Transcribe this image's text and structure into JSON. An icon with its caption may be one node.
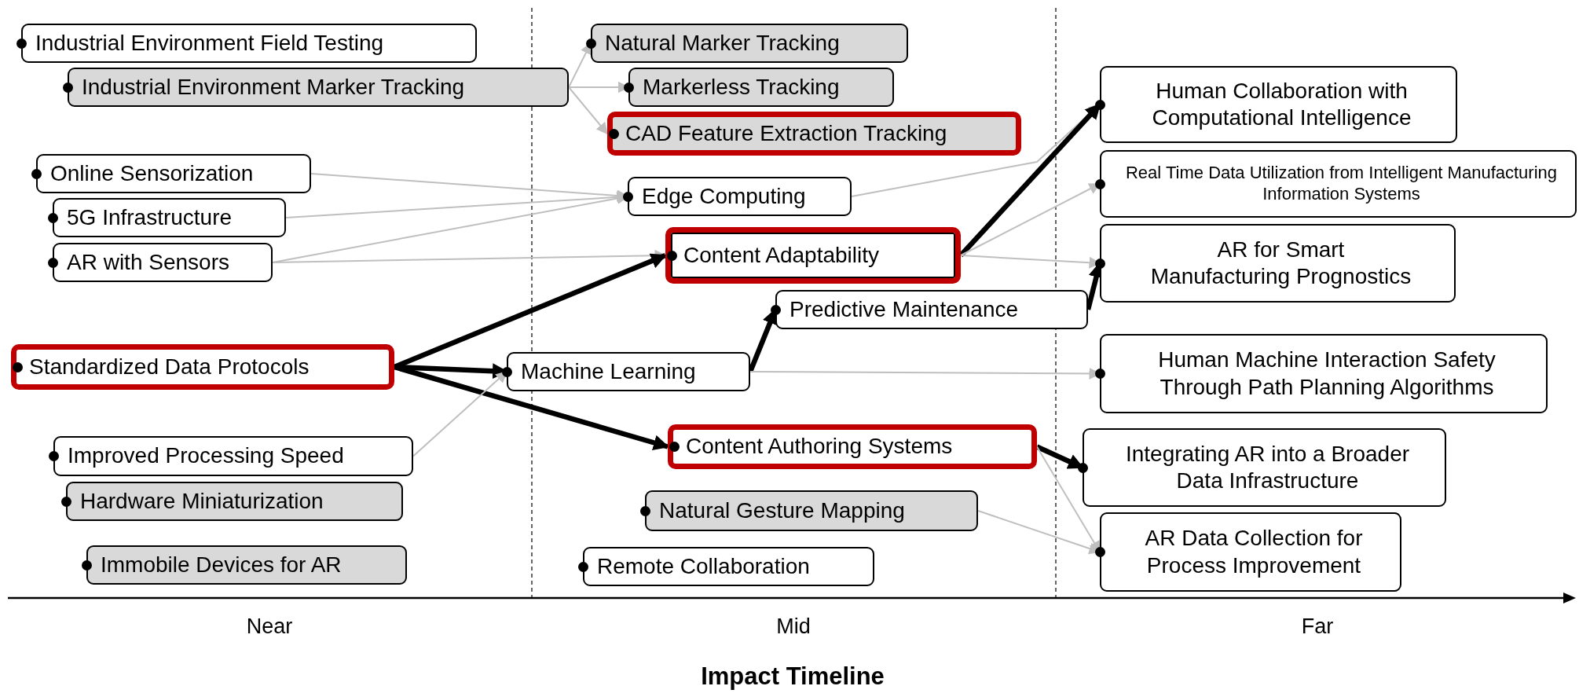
{
  "diagram": {
    "nodes": [
      {
        "text": [
          "Industrial Environment Field Testing"
        ]
      },
      {
        "text": [
          "Industrial Environment Marker Tracking"
        ]
      },
      {
        "text": [
          "Natural Marker Tracking"
        ]
      },
      {
        "text": [
          "Markerless Tracking"
        ]
      },
      {
        "text": [
          "CAD Feature Extraction Tracking"
        ]
      },
      {
        "text": [
          "Online Sensorization"
        ]
      },
      {
        "text": [
          "5G Infrastructure"
        ]
      },
      {
        "text": [
          "AR with Sensors"
        ]
      },
      {
        "text": [
          "Edge Computing"
        ]
      },
      {
        "text": [
          "Content Adaptability"
        ]
      },
      {
        "text": [
          "Human Collaboration with Computational Intelligence"
        ]
      },
      {
        "text": [
          "Real Time Data Utilization from Intelligent Manufacturing Information Systems"
        ]
      },
      {
        "text": [
          "AR for Smart Manufacturing Prognostics"
        ]
      },
      {
        "text": [
          "Predictive Maintenance"
        ]
      },
      {
        "text": [
          "Standardized Data Protocols"
        ]
      },
      {
        "text": [
          "Machine Learning"
        ]
      },
      {
        "text": [
          "Human Machine Interaction Safety Through Path Planning Algorithms"
        ]
      },
      {
        "text": [
          "Improved Processing Speed"
        ]
      },
      {
        "text": [
          "Content Authoring Systems"
        ]
      },
      {
        "text": [
          "Integrating AR into a Broader Data Infrastructure"
        ]
      },
      {
        "text": [
          "Hardware Miniaturization"
        ]
      },
      {
        "text": [
          "Natural Gesture Mapping"
        ]
      },
      {
        "text": [
          "AR Data Collection for Process Improvement"
        ]
      },
      {
        "text": [
          "Remote Collaboration"
        ]
      },
      {
        "text": [
          "Immobile Devices for AR"
        ]
      }
    ],
    "edges": [
      {
        "from": 1,
        "to": 2,
        "arrow": "to"
      },
      {
        "from": 1,
        "to": 3,
        "arrow": "to"
      },
      {
        "from": 1,
        "to": 4,
        "arrow": "to"
      },
      {
        "from": 5,
        "to": 8,
        "arrow": "to"
      },
      {
        "from": 6,
        "to": 8,
        "arrow": "to"
      },
      {
        "from": 7,
        "to": 8,
        "arrow": "to"
      },
      {
        "from": 7,
        "to": 9,
        "arrow": "to"
      },
      {
        "from": 8,
        "to": 10,
        "arrow": "to"
      },
      {
        "from": 9,
        "to": 10,
        "arrow": "to",
        "style": "thick",
        "color": "#000000"
      },
      {
        "from": 9,
        "to": 11,
        "arrow": "to"
      },
      {
        "from": 9,
        "to": 12,
        "arrow": "to"
      },
      {
        "from": 14,
        "to": 9,
        "arrow": "to",
        "style": "thick",
        "color": "#000000"
      },
      {
        "from": 14,
        "to": 15,
        "arrow": "to",
        "style": "thick",
        "color": "#000000"
      },
      {
        "from": 14,
        "to": 18,
        "arrow": "to",
        "style": "thick",
        "color": "#000000"
      },
      {
        "from": 15,
        "to": 13,
        "arrow": "to",
        "style": "thick",
        "color": "#000000"
      },
      {
        "from": 13,
        "to": 12,
        "arrow": "to",
        "style": "thick",
        "color": "#000000"
      },
      {
        "from": 15,
        "to": 16,
        "arrow": "to"
      },
      {
        "from": 17,
        "to": 15,
        "arrow": "to"
      },
      {
        "from": 18,
        "to": 19,
        "arrow": "to",
        "style": "thick",
        "color": "#000000"
      },
      {
        "from": 18,
        "to": 22,
        "arrow": "to"
      },
      {
        "from": 21,
        "to": 22,
        "arrow": "to"
      }
    ],
    "labels": [
      "Near",
      "Mid",
      "Far",
      "Impact Timeline"
    ]
  }
}
